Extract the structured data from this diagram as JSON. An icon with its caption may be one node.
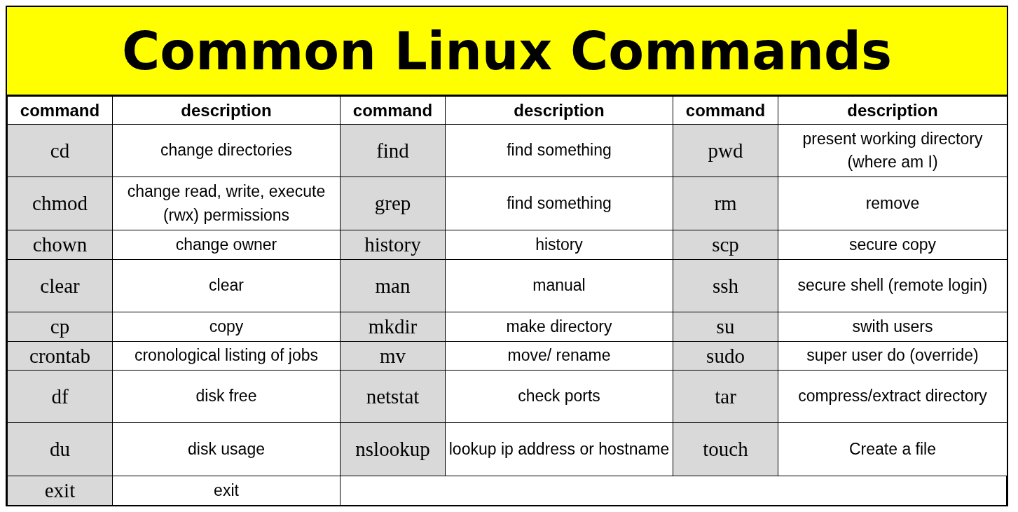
{
  "diagram": {
    "title": "Common Linux Commands",
    "labels": [
      "command",
      "description",
      "command",
      "description",
      "command",
      "description",
      "cd",
      "change directories",
      "find",
      "find something",
      "pwd",
      "present working directory (where am I)",
      "chmod",
      "change read, write, execute (rwx) permissions",
      "grep",
      "find something",
      "rm",
      "remove",
      "chown",
      "change owner",
      "history",
      "history",
      "scp",
      "secure copy",
      "clear",
      "clear",
      "man",
      "manual",
      "ssh",
      "secure shell (remote login)",
      "cp",
      "copy",
      "mkdir",
      "make directory",
      "su",
      "swith users",
      "crontab",
      "cronological listing of jobs",
      "mv",
      "move/ rename",
      "sudo",
      "super user do (override)",
      "df",
      "disk free",
      "netstat",
      "check ports",
      "tar",
      "compress/extract directory",
      "du",
      "disk usage",
      "nslookup",
      "lookup ip address or hostname",
      "touch",
      "Create a file",
      "exit",
      "exit"
    ]
  }
}
